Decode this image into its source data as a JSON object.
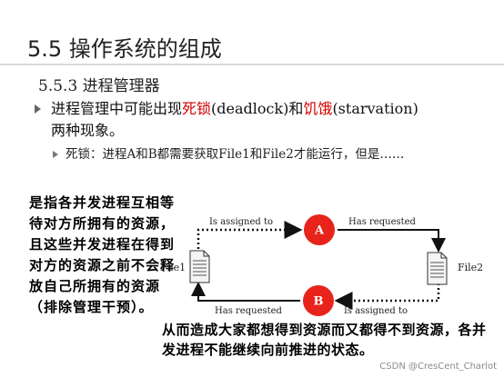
{
  "title": "5.5 操作系统的组成",
  "subtitle": "5.5.3 进程管理器",
  "bullet1": {
    "prefix": "进程管理中可能出现",
    "term1": "死锁",
    "term1_en": "(deadlock)和",
    "term2": "饥饿",
    "term2_en": "(starvation)",
    "suffix": "两种现象。"
  },
  "bullet2": "死锁：进程A和B都需要获取File1和File2才能运行，但是……",
  "side_note": "是指各并发进程互相等待对方所拥有的资源，且这些并发进程在得到对方的资源之前不会释放自己所拥有的资源（排除管理干预）。",
  "bottom_note": "从而造成大家都想得到资源而又都得不到资源，各并发进程不能继续向前推进的状态。",
  "diagram": {
    "file1": "File1",
    "file2": "File2",
    "proc_a": "A",
    "proc_b": "B",
    "top_left_label": "Is assigned to",
    "top_right_label": "Has requested",
    "bottom_left_label": "Has requested",
    "bottom_right_label": "Is assigned to",
    "process_color": "#e8231b"
  },
  "watermark": "CSDN @CresCent_Charlot"
}
